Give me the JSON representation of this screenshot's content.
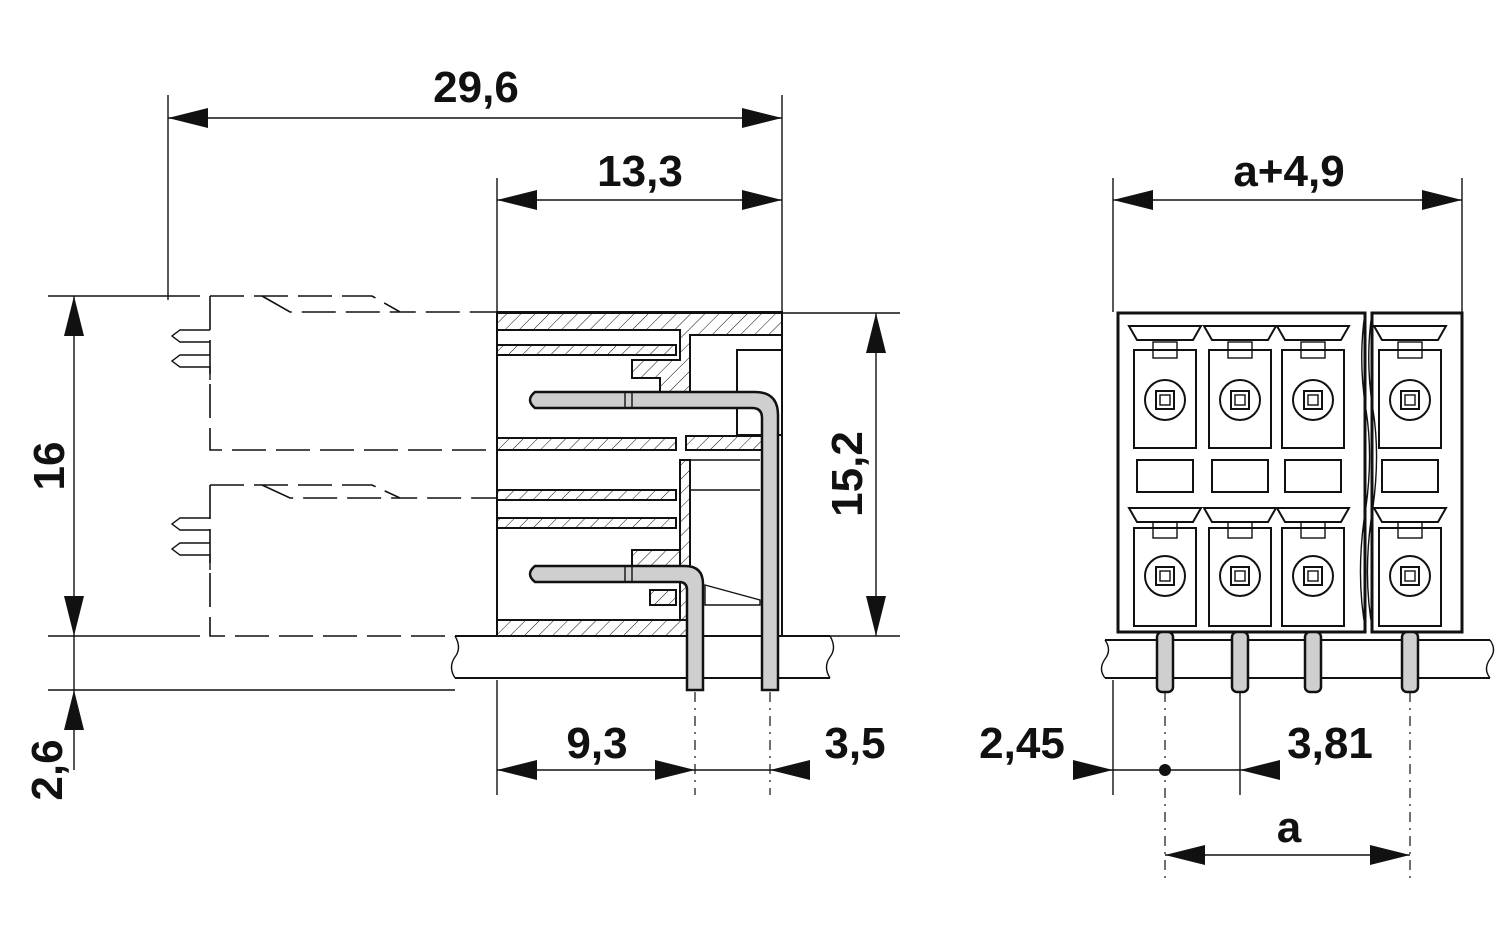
{
  "dimensions": {
    "side_total_width": "29,6",
    "side_upper_width": "13,3",
    "side_height": "16",
    "side_inner_height": "15,2",
    "side_pin_offset": "2,6",
    "side_pin_to_body": "9,3",
    "side_pin_spacing": "3,5",
    "front_total_width": "a+4,9",
    "front_edge_offset": "2,45",
    "front_pitch": "3,81",
    "front_span": "a"
  }
}
